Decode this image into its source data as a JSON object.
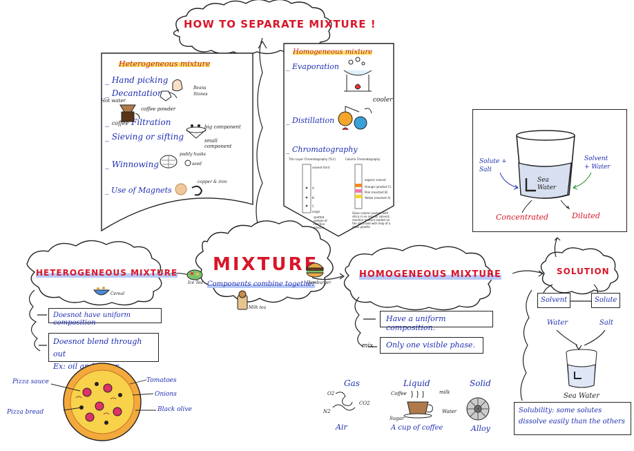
{
  "title": "HOW TO SEPARATE MIXTURE !",
  "center": {
    "title": "MIXTURE",
    "subtitle": "Components combine together",
    "icons": [
      "Ice Tea",
      "Hamburger",
      "Milk tea"
    ]
  },
  "heterogeneous_panel": {
    "header": "Heterogeneous mixture",
    "methods": [
      "Hand picking",
      "Decantation",
      "Filtration",
      "Sieving or sifting",
      "Winnowing",
      "Use of Magnets"
    ],
    "labels": {
      "beans": "Beans",
      "stone": "Stones",
      "hot_water": "Hot water",
      "coffee_powder": "coffee powder",
      "coffee": "coffee",
      "big_component": "big component",
      "small_component": "small component",
      "paddy_husks": "paddy husks",
      "seed": "seed",
      "ferro": "copper & iron"
    }
  },
  "homogeneous_panel": {
    "header": "Homogeneous mixture",
    "methods": [
      "Evaporation",
      "Distillation",
      "Chromatography"
    ],
    "labels": {
      "cooler": "cooler",
      "tlc_title": "Thin Layer Chromatography (TLC)",
      "cc_title": "Column Chromatography",
      "solvent_front": "solvent front",
      "spots": [
        "A",
        "B",
        "C"
      ],
      "origin": "origin",
      "spotted": "spotted sample of reaction mixture",
      "organic_solvent": "organic solvent",
      "bands": [
        "Orange (product C)",
        "Pink (reactant B)",
        "Yellow (reactant A)"
      ],
      "glass_column": "Glass column packed with silica in an organic solvent; reaction mixture loaded on the silica bed with help of a glass pipette"
    }
  },
  "heterogeneous": {
    "title": "HETEROGENEOUS MIXTURE",
    "icon_label": "Cereal",
    "facts": [
      "Doesnot have uniform composition",
      "Doesnot blend through out",
      "Ex: oil and water"
    ],
    "pizza_labels": [
      "Pizza sauce",
      "Tomatoes",
      "Onions",
      "Pizza bread",
      "Black olive"
    ]
  },
  "homogeneous": {
    "title": "HOMOGENEOUS MIXTURE",
    "facts": [
      "Have a uniform composition.",
      "Only one visible phase."
    ],
    "mix_label": "mix",
    "states": [
      {
        "name": "Gas",
        "example": "Air",
        "parts": [
          "O2",
          "N2",
          "CO2"
        ]
      },
      {
        "name": "Liquid",
        "example": "A cup of coffee",
        "parts": [
          "Coffee",
          "milk",
          "Sugar",
          "Water"
        ]
      },
      {
        "name": "Solid",
        "example": "Alloy",
        "parts": []
      }
    ]
  },
  "solution": {
    "title": "SOLUTION",
    "solvent": "Solvent",
    "solute": "Solute",
    "solvent_example": "Water",
    "solute_example": "Salt",
    "result": "Sea Water",
    "note": "Solubility: some solutes dissolve easily than the others"
  },
  "concentration_card": {
    "solute_label": "Solute + Salt",
    "solvent_label": "Solvent + Water",
    "glass_label": "Sea Water",
    "concentrated": "Concentrated",
    "diluted": "Diluted"
  },
  "colors": {
    "red": "#d8172a",
    "blue": "#1f2fb0",
    "green": "#1d8a2c",
    "highlight_blue": "#b8c9f7",
    "highlight_yellow": "#f7e26a"
  }
}
